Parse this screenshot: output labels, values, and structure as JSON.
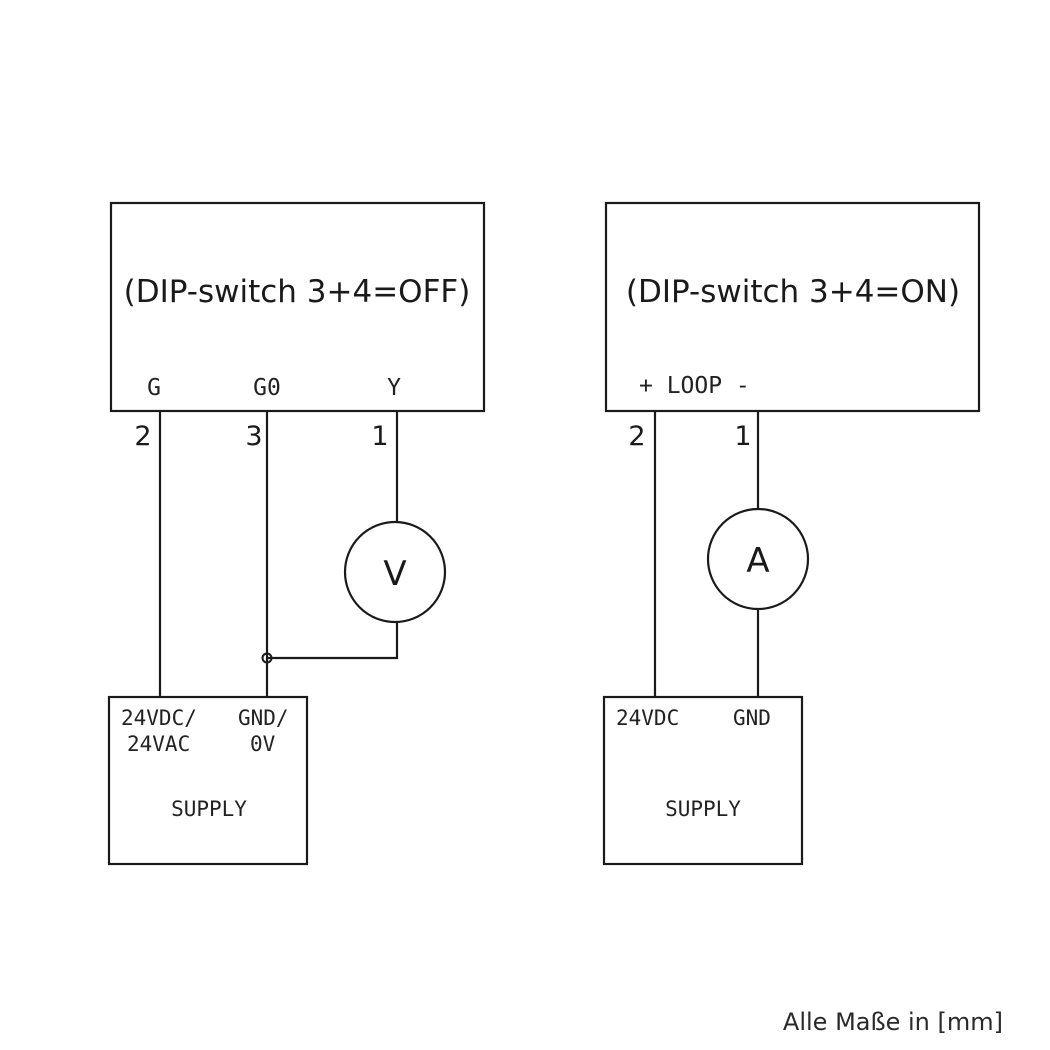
{
  "left_circuit": {
    "title": "(DIP-switch 3+4=OFF)",
    "terminals": [
      {
        "label": "G",
        "number": "2"
      },
      {
        "label": "G0",
        "number": "3"
      },
      {
        "label": "Y",
        "number": "1"
      }
    ],
    "meter": "V",
    "supply": {
      "left_line1": "24VDC/",
      "left_line2": "24VAC",
      "right_line1": "GND/",
      "right_line2": "0V",
      "name": "SUPPLY"
    }
  },
  "right_circuit": {
    "title": "(DIP-switch 3+4=ON)",
    "terminal_label": "+ LOOP -",
    "numbers": [
      "2",
      "1"
    ],
    "meter": "A",
    "supply": {
      "left": "24VDC",
      "right": "GND",
      "name": "SUPPLY"
    }
  },
  "note": "Alle Maße in [mm]"
}
